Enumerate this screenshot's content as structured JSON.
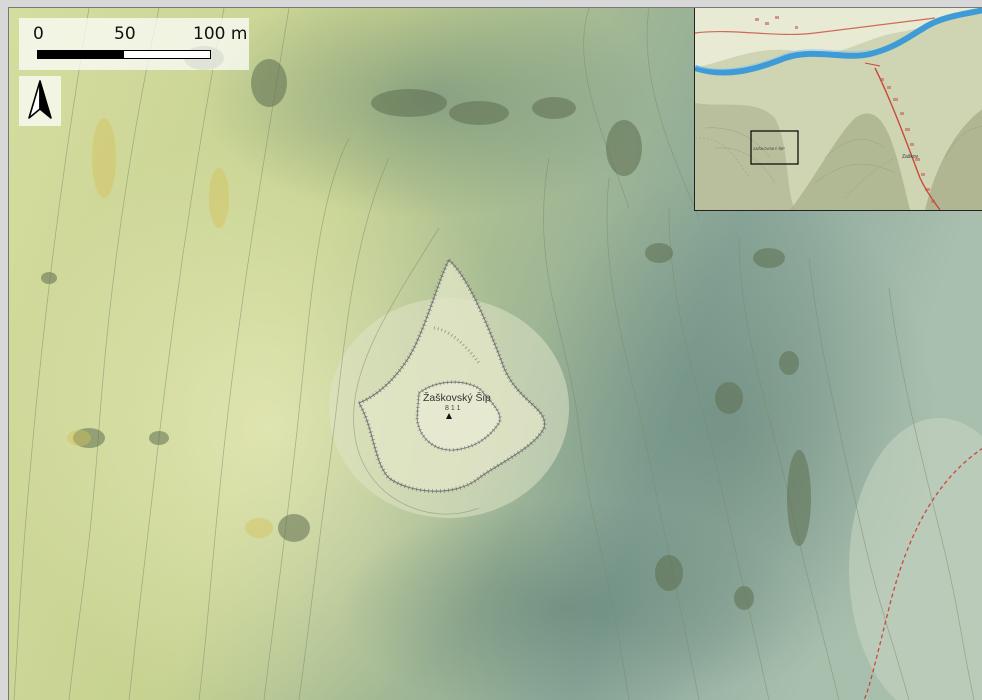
{
  "scale_bar": {
    "labels": [
      "0",
      "50",
      "100 m"
    ],
    "colors": [
      "#000000",
      "#ffffff"
    ]
  },
  "north_arrow": {
    "icon": "north-arrow-icon"
  },
  "summit": {
    "name": "Žaškovský Šip",
    "elevation": "8 1 1"
  },
  "inset_map": {
    "extent_label": "ZAŠKOVSKÝ ŠIP",
    "town_label": "Zaškov"
  },
  "colors": {
    "terrain_light": "#cfd79a",
    "terrain_dark": "#8fa892",
    "water": "#3f9bd6",
    "road": "#c94a3a"
  }
}
